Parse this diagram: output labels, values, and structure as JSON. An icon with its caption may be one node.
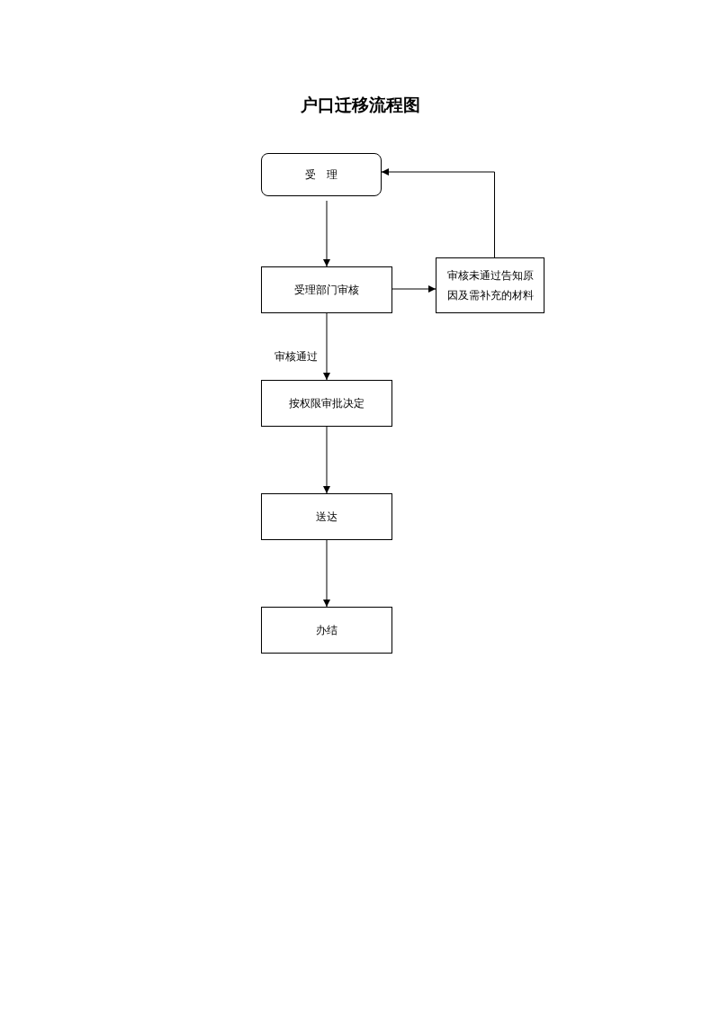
{
  "diagram": {
    "title": "户口迁移流程图",
    "nodes": [
      {
        "text": [
          "受　理"
        ]
      },
      {
        "text": [
          "受理部门审核"
        ]
      },
      {
        "text": [
          "审核未通过告知原因及需补充的材料"
        ]
      },
      {
        "text": [
          "按权限审批决定"
        ]
      },
      {
        "text": [
          "送达"
        ]
      },
      {
        "text": [
          "办结"
        ]
      }
    ],
    "edges": [
      {
        "from": 0,
        "to": 1,
        "arrow": "to"
      },
      {
        "from": 1,
        "to": 2,
        "arrow": "to"
      },
      {
        "from": 2,
        "to": 0,
        "arrow": "to"
      },
      {
        "from": 1,
        "to": 3,
        "arrow": "to",
        "label": "审核通过"
      },
      {
        "from": 3,
        "to": 4,
        "arrow": "to"
      },
      {
        "from": 4,
        "to": 5,
        "arrow": "to"
      }
    ]
  }
}
